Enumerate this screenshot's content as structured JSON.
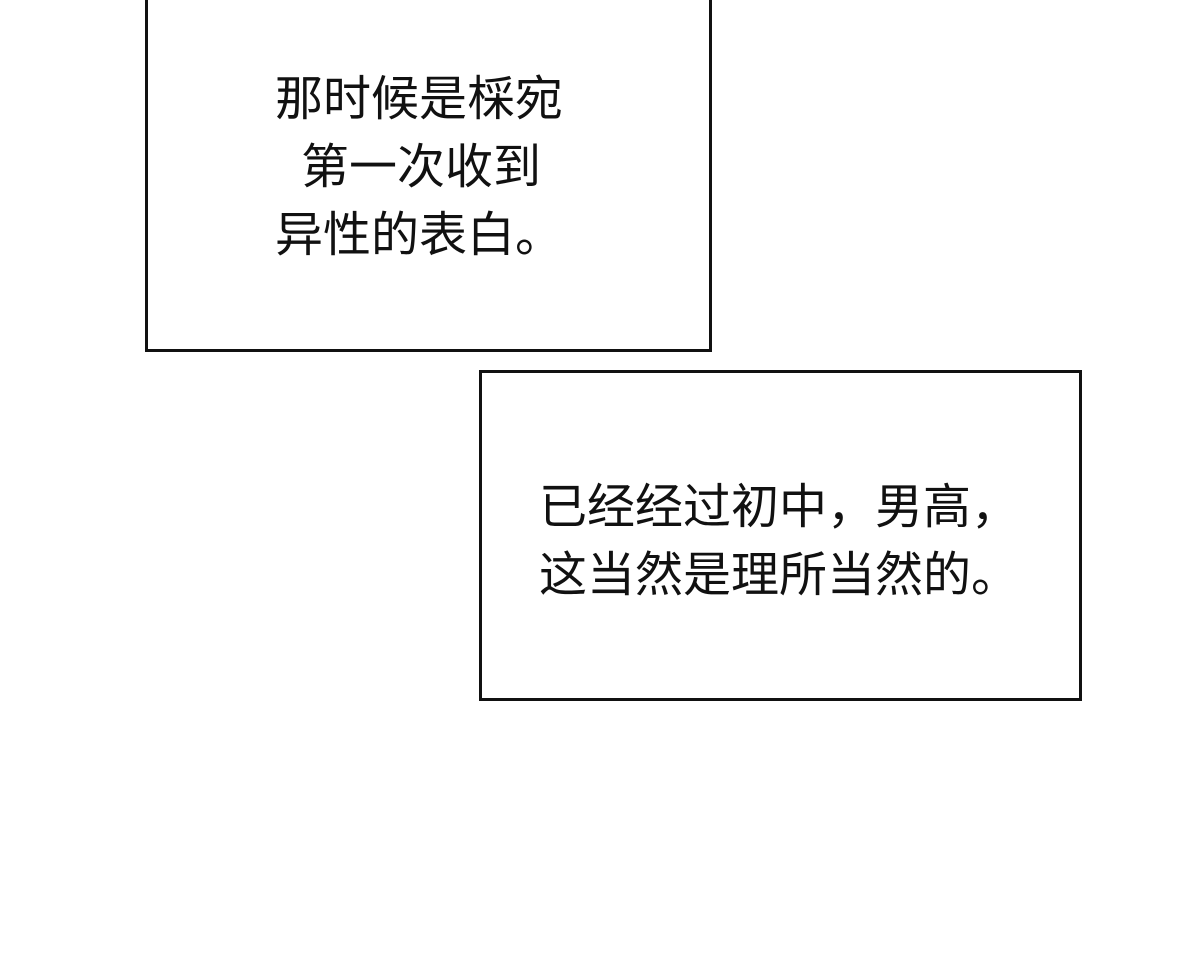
{
  "panels": [
    {
      "id": "narration-box-1",
      "lines": [
        "那时候是棌宛",
        "第一次收到",
        "异性的表白。"
      ]
    },
    {
      "id": "narration-box-2",
      "lines": [
        "已经经过初中，男高，",
        "这当然是理所当然的。"
      ]
    }
  ],
  "colors": {
    "background": "#ffffff",
    "border": "#111111",
    "text": "#111111"
  }
}
